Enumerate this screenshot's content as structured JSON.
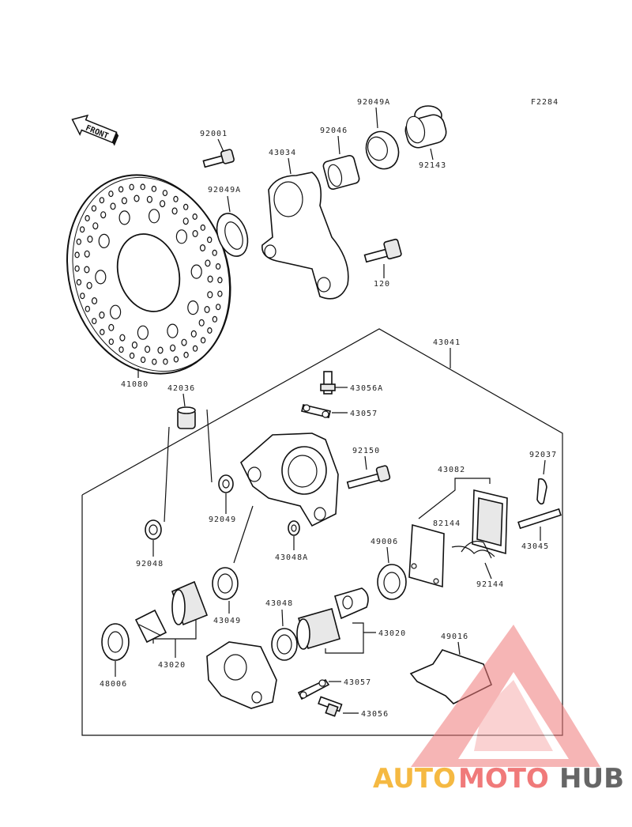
{
  "figure_code": "F2284",
  "front_label": "FRONT",
  "labels": {
    "l_92001": "92001",
    "l_92049a_top": "92049A",
    "l_92046": "92046",
    "l_92143": "92143",
    "l_43034": "43034",
    "l_92049a_left": "92049A",
    "l_120": "120",
    "l_41080": "41080",
    "l_42036": "42036",
    "l_43041": "43041",
    "l_43056a": "43056A",
    "l_43057_top": "43057",
    "l_92150": "92150",
    "l_43082": "43082",
    "l_92037": "92037",
    "l_92049": "92049",
    "l_92048": "92048",
    "l_43048a": "43048A",
    "l_49006": "49006",
    "l_82144": "82144",
    "l_92144": "92144",
    "l_43045": "43045",
    "l_43049": "43049",
    "l_43048": "43048",
    "l_43020_right": "43020",
    "l_48006": "48006",
    "l_43020_left": "43020",
    "l_49016": "49016",
    "l_43057_bottom": "43057",
    "l_43056": "43056"
  },
  "watermark": {
    "part1": "AUTO",
    "part2": "MOTO",
    "part3": "HUB",
    "color1": "#f5b942",
    "color2": "#f07a7a",
    "color3": "#666666"
  }
}
